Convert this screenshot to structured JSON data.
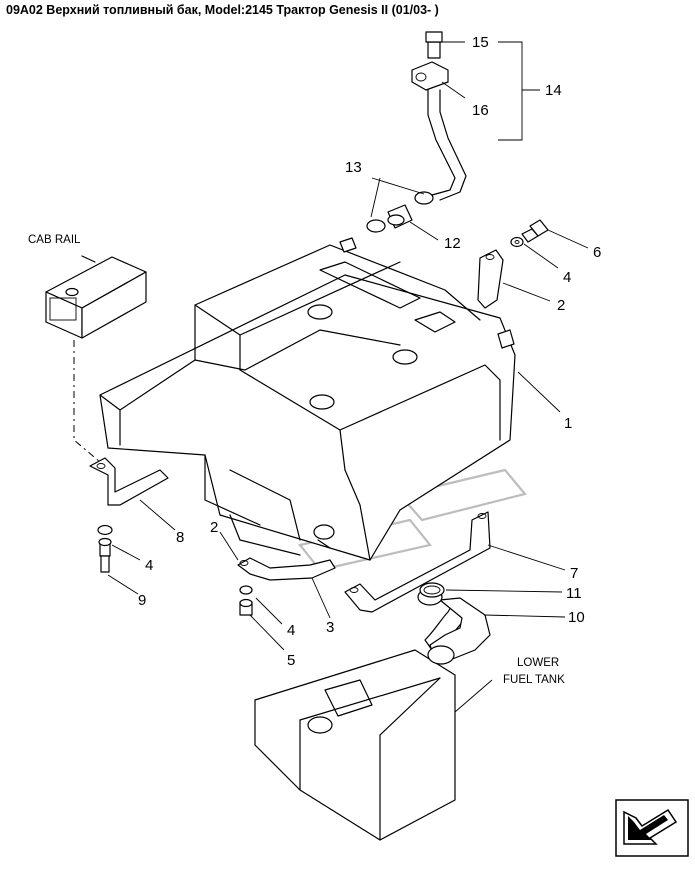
{
  "title": "09A02 Верхний топливный бак, Model:2145 Трактор Genesis II (01/03- )",
  "callouts": {
    "c1": "1",
    "c2a": "2",
    "c2b": "2",
    "c3": "3",
    "c4a": "4",
    "c4b": "4",
    "c4c": "4",
    "c5": "5",
    "c6": "6",
    "c7": "7",
    "c8": "8",
    "c9": "9",
    "c10": "10",
    "c11": "11",
    "c12": "12",
    "c13": "13",
    "c14": "14",
    "c15": "15",
    "c16": "16"
  },
  "notes": {
    "cab_rail": "CAB RAIL",
    "lower_line1": "LOWER",
    "lower_line2": "FUEL TANK"
  },
  "icons": {
    "nav": "next-page-arrow-icon"
  }
}
